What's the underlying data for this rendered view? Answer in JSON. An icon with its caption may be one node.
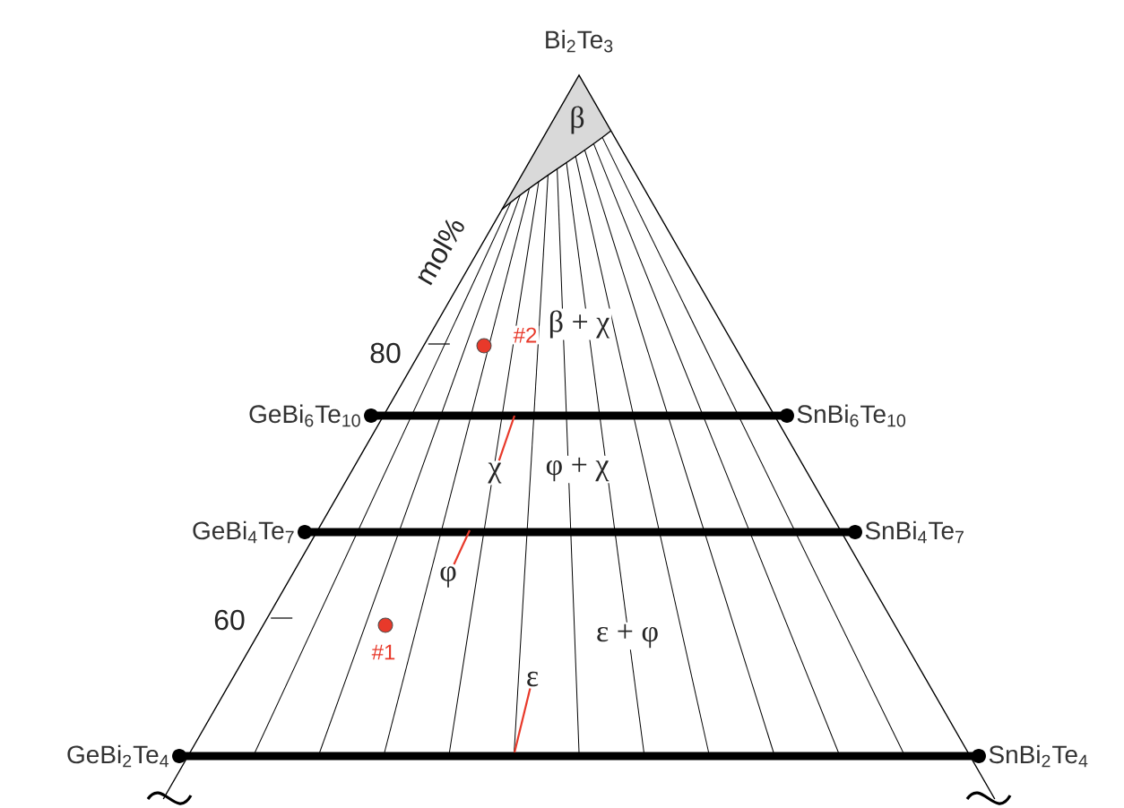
{
  "diagram": {
    "nodes": [
      {
        "text": [
          "Bi$_{2}$Te$_{3}$"
        ]
      },
      {
        "text": [
          "GeBi$_{6}$Te$_{10}$"
        ]
      },
      {
        "text": [
          "SnBi$_{6}$Te$_{10}$"
        ]
      },
      {
        "text": [
          "GeBi$_{4}$Te$_{7}$"
        ]
      },
      {
        "text": [
          "SnBi$_{4}$Te$_{7}$"
        ]
      },
      {
        "text": [
          "GeBi$_{2}$Te$_{4}$"
        ]
      },
      {
        "text": [
          "SnBi$_{2}$Te$_{4}$"
        ]
      },
      {
        "text": [
          "χ"
        ]
      },
      {
        "text": [
          "φ"
        ]
      },
      {
        "text": [
          "ε"
        ]
      }
    ],
    "edges": [
      {
        "from": 1,
        "to": 2,
        "arrow": "other",
        "style": "thick"
      },
      {
        "from": 3,
        "to": 4,
        "arrow": "other",
        "style": "thick"
      },
      {
        "from": 5,
        "to": 6,
        "arrow": "other",
        "style": "thick"
      },
      {
        "from": 7,
        "to": null,
        "arrow": "none",
        "color": "#e8392a"
      },
      {
        "from": 8,
        "to": null,
        "arrow": "none",
        "color": "#e8392a"
      },
      {
        "from": 9,
        "to": null,
        "arrow": "none",
        "color": "#e8392a"
      }
    ],
    "labels": [
      "β",
      "mol%",
      "β + χ",
      "#2",
      "80",
      "φ + χ",
      "60",
      "ε + φ",
      "#1"
    ]
  }
}
